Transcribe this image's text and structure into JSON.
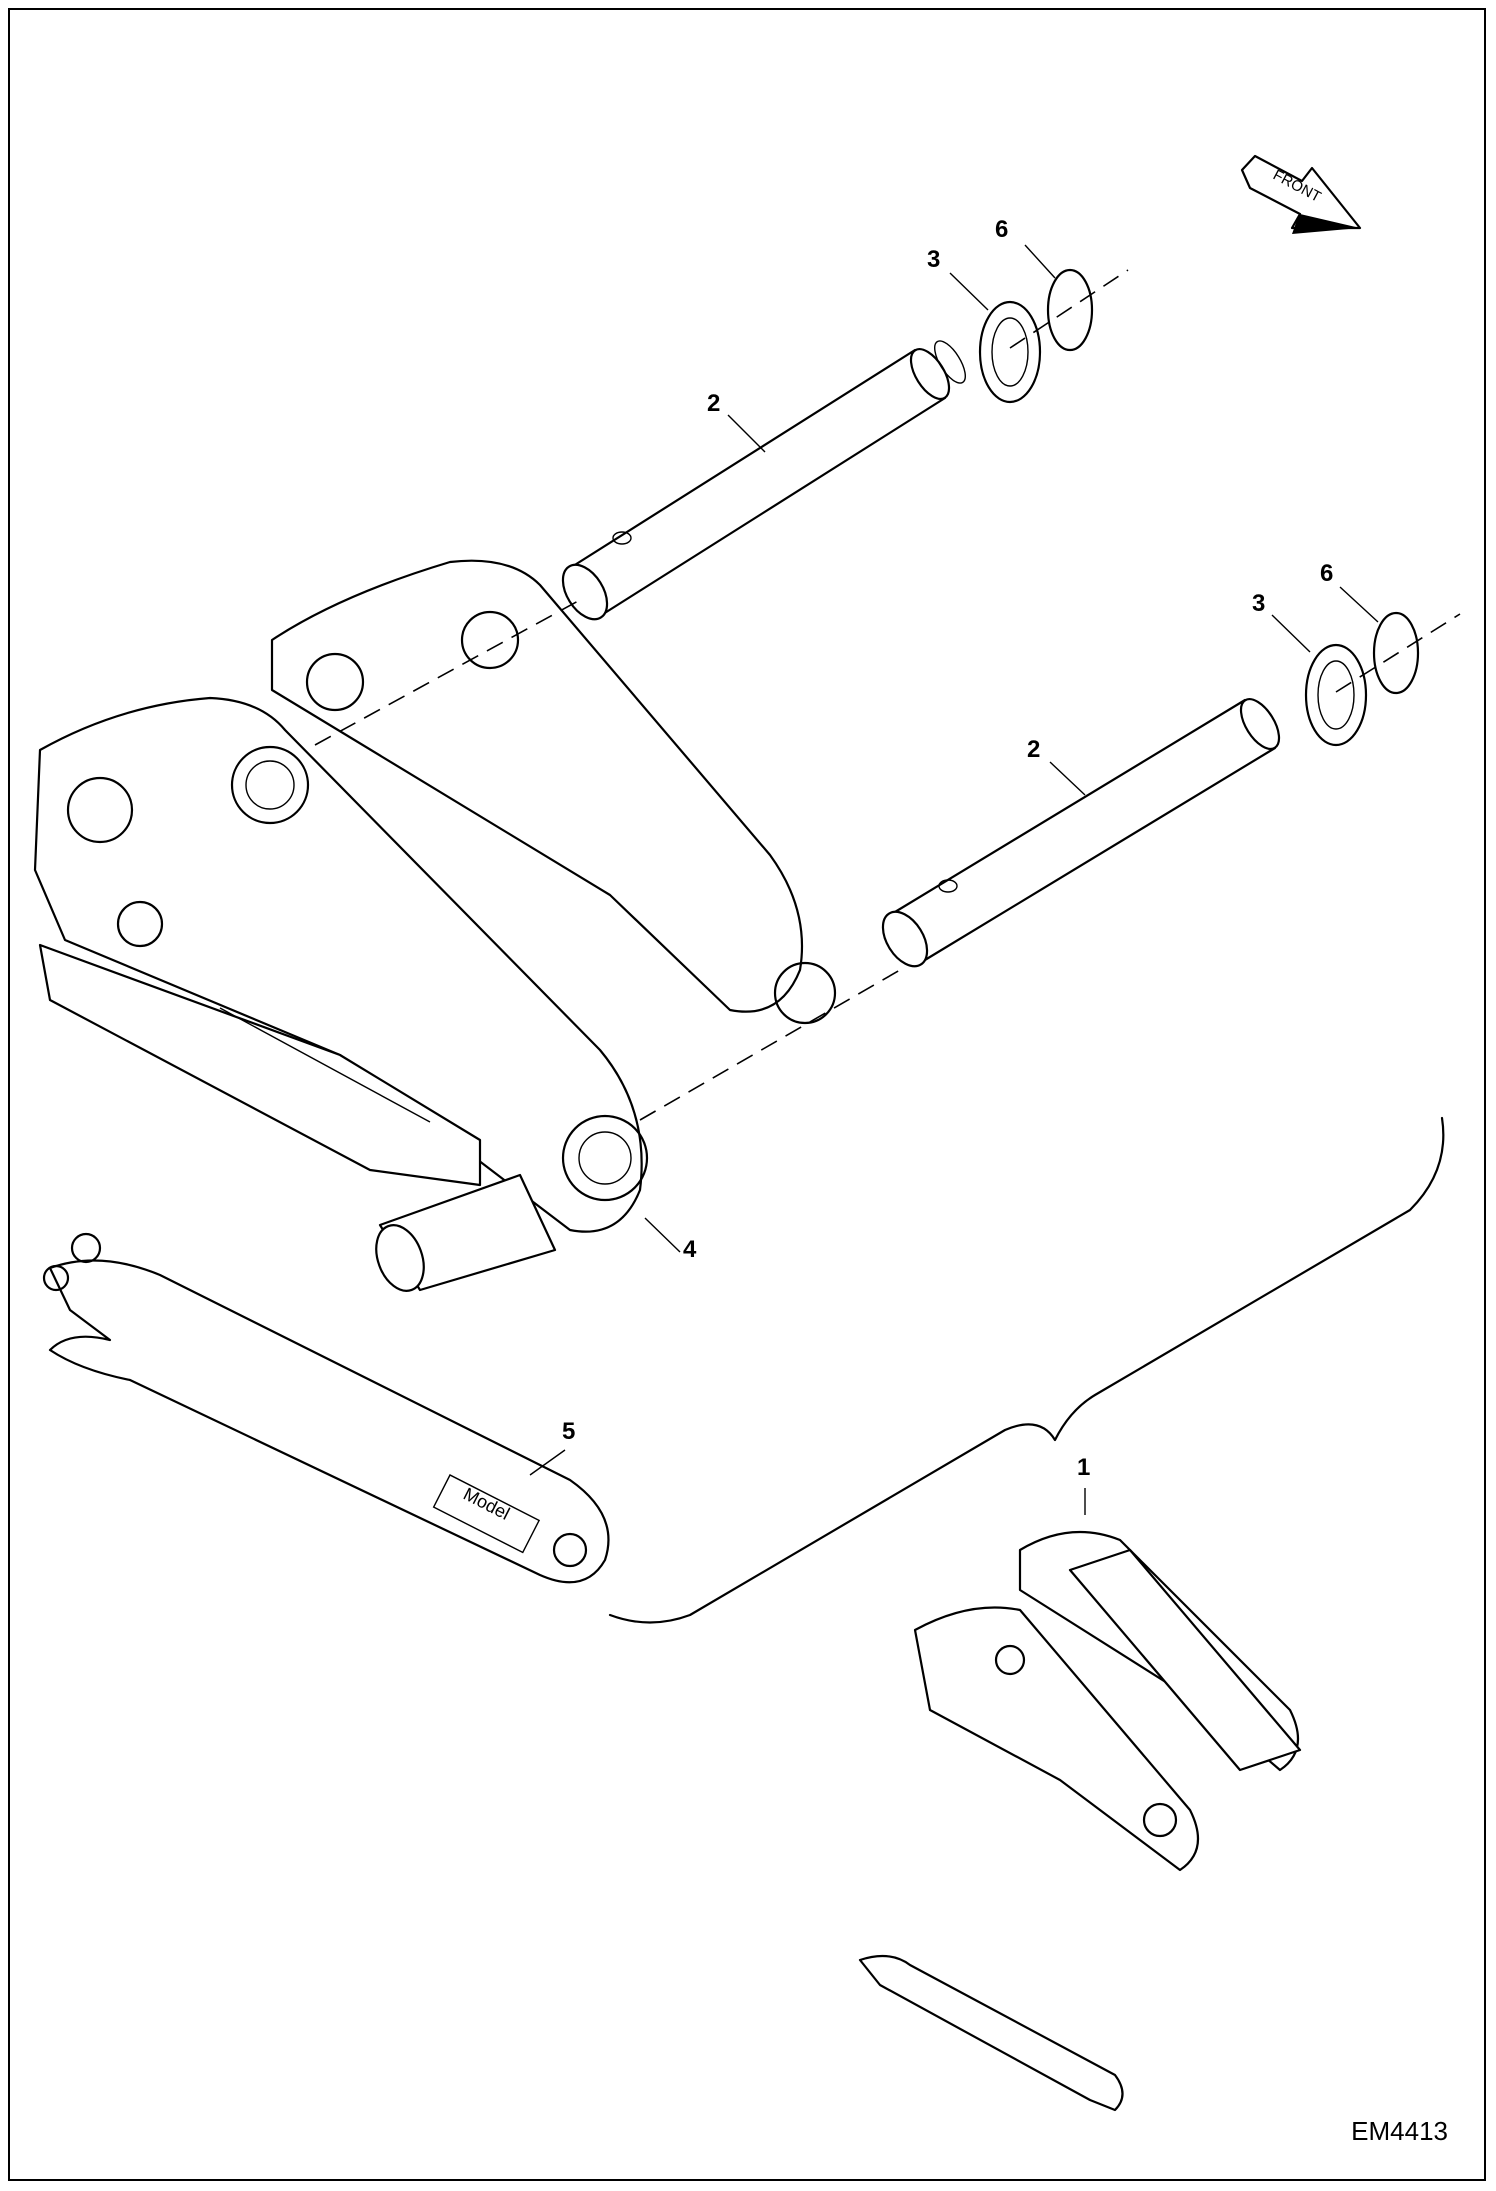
{
  "drawing": {
    "id": "EM4413",
    "direction_label": "FRONT"
  },
  "callouts": [
    {
      "key": "c6a",
      "text": "6"
    },
    {
      "key": "c3a",
      "text": "3"
    },
    {
      "key": "c2a",
      "text": "2"
    },
    {
      "key": "c6b",
      "text": "6"
    },
    {
      "key": "c3b",
      "text": "3"
    },
    {
      "key": "c2b",
      "text": "2"
    },
    {
      "key": "c4",
      "text": "4"
    },
    {
      "key": "c5",
      "text": "5"
    },
    {
      "key": "c1",
      "text": "1"
    }
  ],
  "wrench_marking": "Model"
}
